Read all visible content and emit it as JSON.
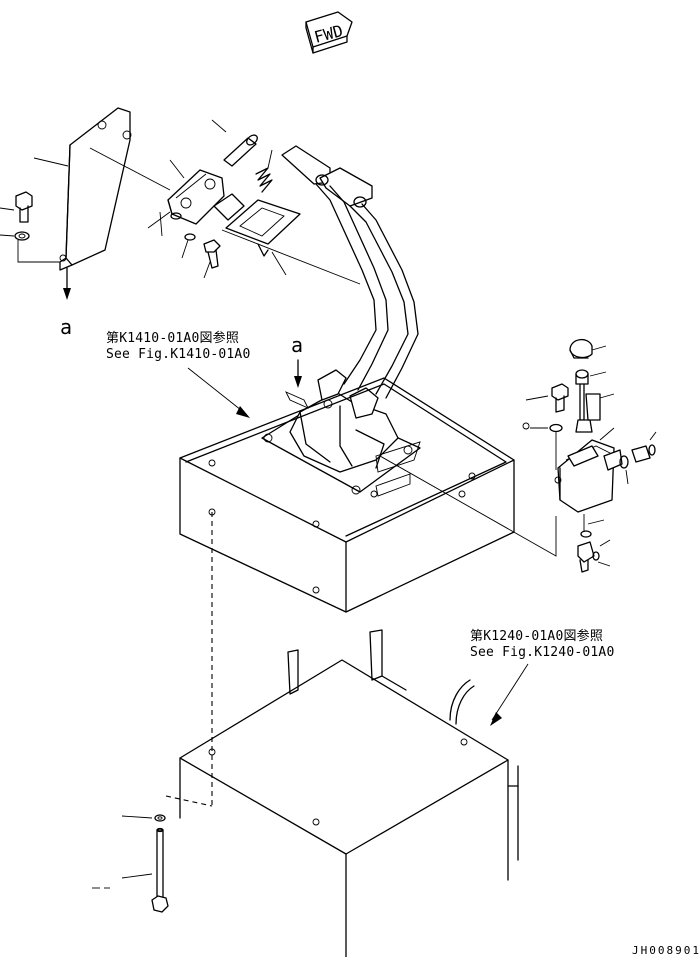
{
  "direction_label": "FWD",
  "view_marker": "a",
  "references": [
    {
      "jp": "第K1410-01A0図参照",
      "en": "See Fig.K1410-01A0"
    },
    {
      "jp": "第K1240-01A0図参照",
      "en": "See Fig.K1240-01A0"
    }
  ],
  "drawing_code": "JH008901",
  "colors": {
    "ink": "#000000",
    "paper": "#ffffff"
  }
}
